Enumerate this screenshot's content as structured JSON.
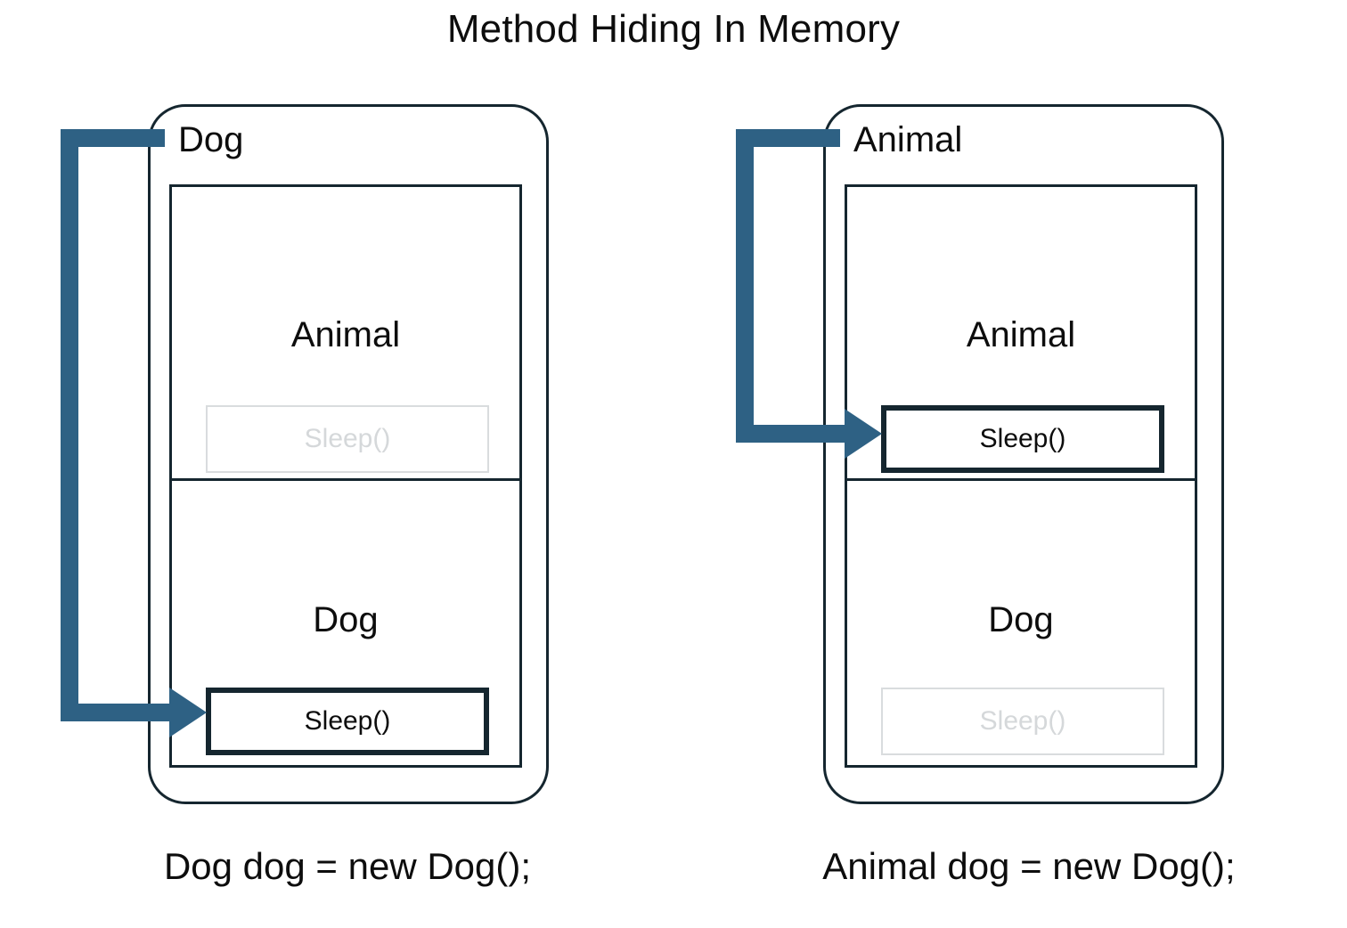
{
  "diagram": {
    "title": "Method Hiding In Memory",
    "colors": {
      "arrow": "#2e6184",
      "outline": "#15262f",
      "text": "#0d0d0d",
      "muted": "#d5d8da",
      "muted_border": "#d9dcde",
      "background": "#ffffff"
    }
  },
  "panels": [
    {
      "id": "left",
      "outer_label": "Dog",
      "caption": "Dog dog = new Dog();",
      "sections": [
        {
          "id": "animal",
          "label": "Animal",
          "method": "Sleep()",
          "state": "hidden"
        },
        {
          "id": "dog",
          "label": "Dog",
          "method": "Sleep()",
          "state": "active"
        }
      ],
      "arrow": {
        "target_section": "dog",
        "target_method": "Sleep()"
      }
    },
    {
      "id": "right",
      "outer_label": "Animal",
      "caption": "Animal dog = new Dog();",
      "sections": [
        {
          "id": "animal",
          "label": "Animal",
          "method": "Sleep()",
          "state": "active"
        },
        {
          "id": "dog",
          "label": "Dog",
          "method": "Sleep()",
          "state": "hidden"
        }
      ],
      "arrow": {
        "target_section": "animal",
        "target_method": "Sleep()"
      }
    }
  ]
}
